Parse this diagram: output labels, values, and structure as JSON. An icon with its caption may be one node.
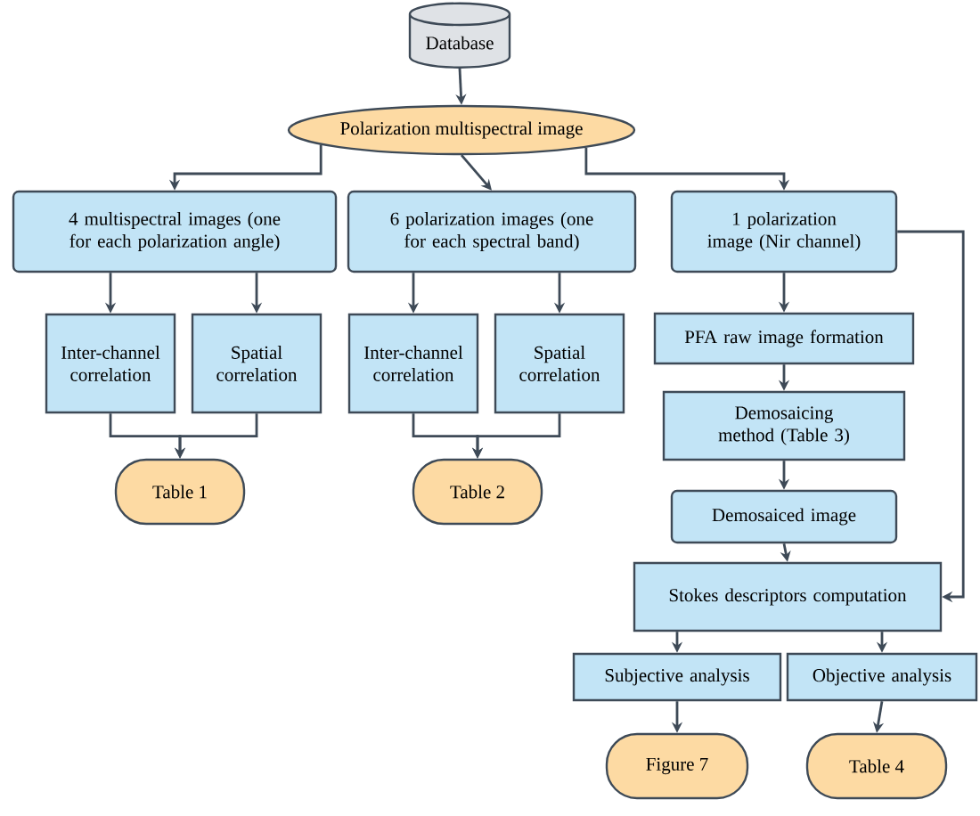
{
  "diagram": {
    "nodes": [
      {
        "text": [
          "Database"
        ]
      },
      {
        "text": [
          "Polarization multispectral image"
        ]
      },
      {
        "text": [
          "4 multispectral images (one for each polarization angle)"
        ]
      },
      {
        "text": [
          "6 polarization images (one for each spectral band)"
        ]
      },
      {
        "text": [
          "1 polarization image (Nir channel)"
        ]
      },
      {
        "text": [
          "Inter-channel correlation"
        ]
      },
      {
        "text": [
          "Spatial correlation"
        ]
      },
      {
        "text": [
          "Table 1"
        ]
      },
      {
        "text": [
          "Inter-channel correlation"
        ]
      },
      {
        "text": [
          "Spatial correlation"
        ]
      },
      {
        "text": [
          "Table 2"
        ]
      },
      {
        "text": [
          "PFA raw image formation"
        ]
      },
      {
        "text": [
          "Demosaicing method (Table 3)"
        ]
      },
      {
        "text": [
          "Demosaiced image"
        ]
      },
      {
        "text": [
          "Stokes descriptors computation"
        ]
      },
      {
        "text": [
          "Subjective analysis"
        ]
      },
      {
        "text": [
          "Objective analysis"
        ]
      },
      {
        "text": [
          "Figure 7"
        ]
      },
      {
        "text": [
          "Table 4"
        ]
      }
    ],
    "edges": [
      {
        "from": 0,
        "to": 1,
        "arrow": "to"
      },
      {
        "from": 1,
        "to": 2,
        "arrow": "to"
      },
      {
        "from": 1,
        "to": 3,
        "arrow": "to"
      },
      {
        "from": 1,
        "to": 4,
        "arrow": "to"
      },
      {
        "from": 2,
        "to": 5,
        "arrow": "to"
      },
      {
        "from": 2,
        "to": 6,
        "arrow": "to"
      },
      {
        "from": 5,
        "to": 7,
        "arrow": "to"
      },
      {
        "from": 6,
        "to": 7,
        "arrow": "to"
      },
      {
        "from": 3,
        "to": 8,
        "arrow": "to"
      },
      {
        "from": 3,
        "to": 9,
        "arrow": "to"
      },
      {
        "from": 8,
        "to": 10,
        "arrow": "to"
      },
      {
        "from": 9,
        "to": 10,
        "arrow": "to"
      },
      {
        "from": 4,
        "to": 11,
        "arrow": "to"
      },
      {
        "from": 11,
        "to": 12,
        "arrow": "to"
      },
      {
        "from": 12,
        "to": 13,
        "arrow": "to"
      },
      {
        "from": 13,
        "to": 14,
        "arrow": "to"
      },
      {
        "from": 4,
        "to": 14,
        "arrow": "to"
      },
      {
        "from": 14,
        "to": 15,
        "arrow": "to"
      },
      {
        "from": 14,
        "to": 16,
        "arrow": "to"
      },
      {
        "from": 15,
        "to": 17,
        "arrow": "to"
      },
      {
        "from": 16,
        "to": 18,
        "arrow": "to"
      }
    ]
  }
}
